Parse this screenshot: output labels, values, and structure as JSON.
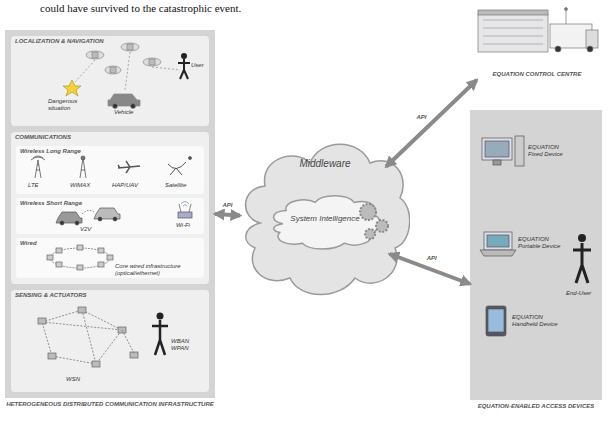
{
  "diagram": {
    "nodes": [
      {
        "text": [
          "HETEROGENEOUS DISTRIBUTED COMMUNICATION INFRASTRUCTURE"
        ]
      },
      {
        "text": [
          "LOCALIZATION & NAVIGATION"
        ],
        "in": 0
      },
      {
        "text": [
          "COMMUNICATIONS"
        ],
        "in": 0
      },
      {
        "text": [
          "Wireless Long Range"
        ],
        "in": 2
      },
      {
        "text": [
          "Wireless Short Range"
        ],
        "in": 2
      },
      {
        "text": [
          "Wired"
        ],
        "in": 2
      },
      {
        "text": [
          "SENSING & ACTUATORS"
        ],
        "in": 0
      },
      {
        "text": [
          "Middleware"
        ]
      },
      {
        "text": [
          "System Intelligence"
        ],
        "in": 7
      },
      {
        "text": [
          "EQUATION CONTROL CENTRE"
        ]
      },
      {
        "text": [
          "EQUATION-ENABLED ACCESS DEVICES"
        ]
      }
    ],
    "edges": [
      {
        "from": 0,
        "to": 7,
        "arrow": "both",
        "label": "API"
      },
      {
        "from": 7,
        "to": 9,
        "arrow": "both",
        "label": "API"
      },
      {
        "from": 7,
        "to": 10,
        "arrow": "both",
        "label": "API"
      }
    ],
    "labels": [
      "could have survived to the catastrophic event.",
      "Dangerous situation",
      "Vehicle",
      "User",
      "LTE",
      "WIMAX",
      "HAP/UAV",
      "Satellite",
      "V2V",
      "Wi-Fi",
      "Core wired infrastructure (optical/ethernet)",
      "WSN",
      "WBAN WPAN",
      "EQUATION Fixed Device",
      "EQUATION Portable Device",
      "EQUATION Handheld Device",
      "End-User"
    ]
  }
}
